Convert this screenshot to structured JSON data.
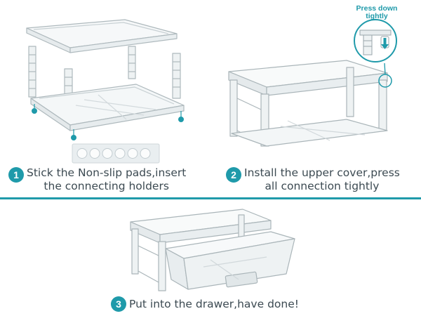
{
  "steps": [
    {
      "number": "1",
      "line1": "Stick the Non-slip pads,insert",
      "line2": "the connecting holders"
    },
    {
      "number": "2",
      "line1": "Install the upper cover,press",
      "line2": "all connection tightly"
    },
    {
      "number": "3",
      "line1": "Put into the drawer,have done!",
      "line2": ""
    }
  ],
  "callout": {
    "line1": "Press down",
    "line2": "tightly"
  },
  "icons": {
    "pad_sheet": "non-slip-pads",
    "press_arrow": "arrow-down-icon"
  },
  "colors": {
    "accent": "#1f9aaa",
    "text": "#3c4a52",
    "plastic": "#c9d2d6",
    "plastic_dark": "#9aa6ab"
  }
}
